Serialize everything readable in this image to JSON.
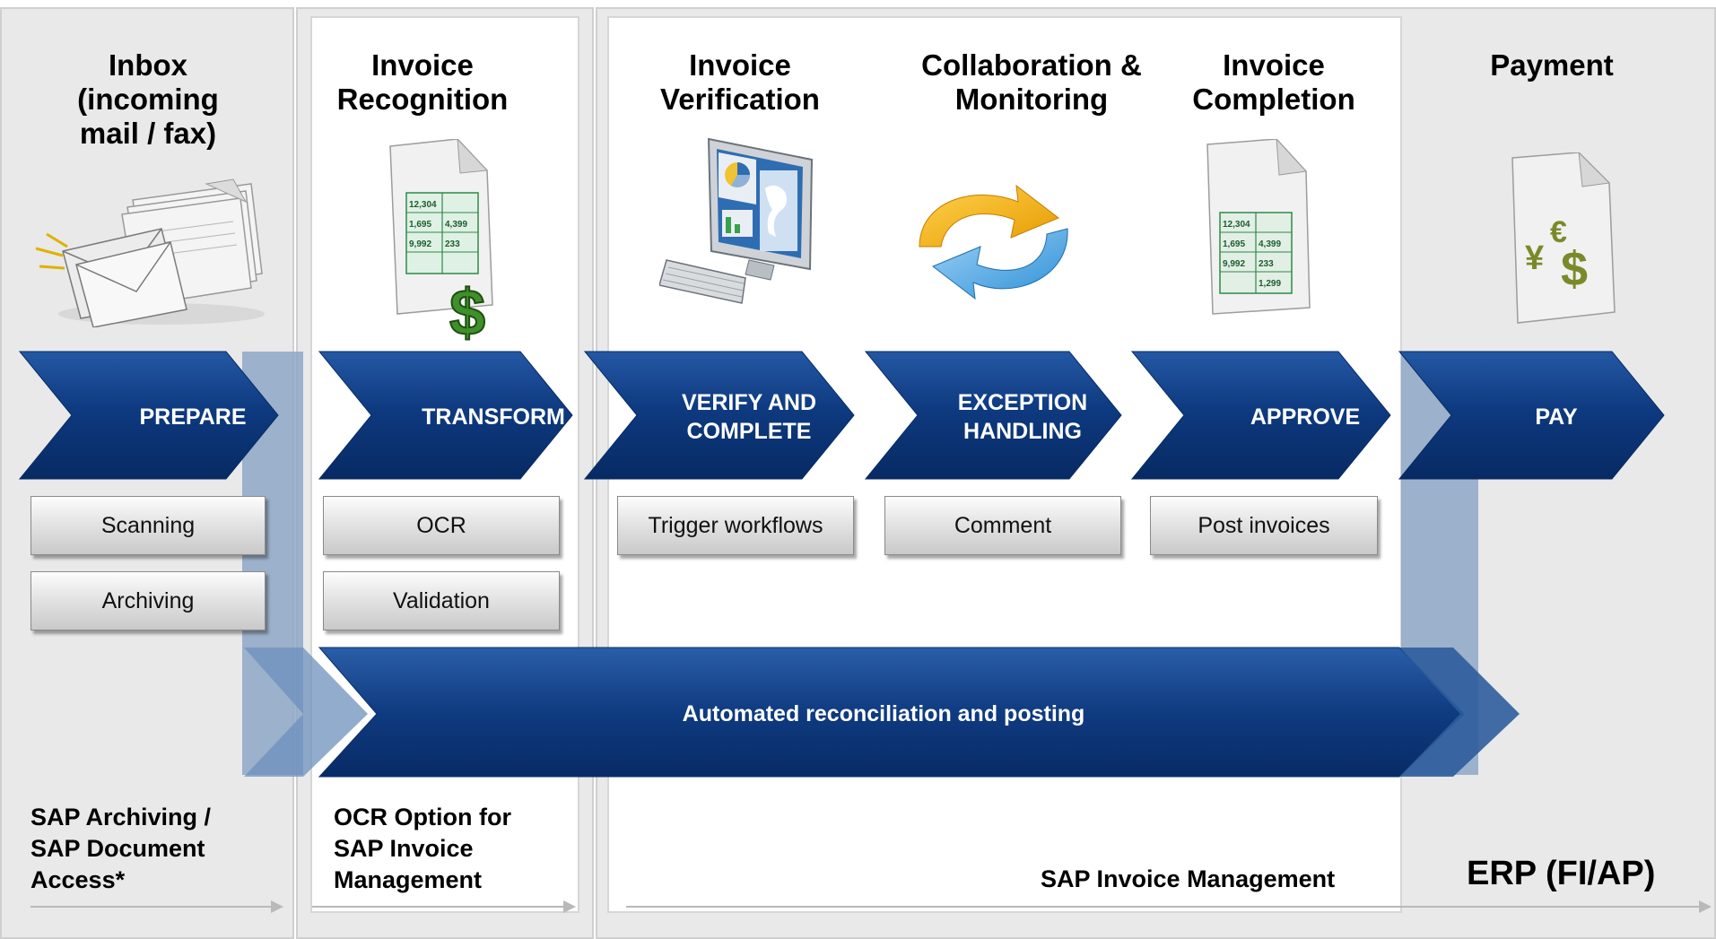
{
  "stages": [
    {
      "id": "inbox",
      "title": "Inbox\n(incoming\nmail / fax)"
    },
    {
      "id": "recognition",
      "title": "Invoice\nRecognition"
    },
    {
      "id": "verification",
      "title": "Invoice\nVerification"
    },
    {
      "id": "collaboration",
      "title": "Collaboration &\nMonitoring"
    },
    {
      "id": "completion",
      "title": "Invoice\nCompletion"
    },
    {
      "id": "payment",
      "title": "Payment"
    }
  ],
  "steps": [
    {
      "label": "PREPARE"
    },
    {
      "label": "TRANSFORM"
    },
    {
      "label": "VERIFY AND\nCOMPLETE"
    },
    {
      "label": "EXCEPTION\nHANDLING"
    },
    {
      "label": "APPROVE"
    },
    {
      "label": "PAY"
    }
  ],
  "tasks": {
    "scanning": "Scanning",
    "archiving": "Archiving",
    "ocr": "OCR",
    "validation": "Validation",
    "trigger_workflows": "Trigger workflows",
    "comment": "Comment",
    "post_invoices": "Post invoices"
  },
  "automation": {
    "label": "Automated reconciliation and posting"
  },
  "illustration_text": {
    "doc_numbers": [
      "12,304",
      "1,695",
      "9,992",
      "4,399",
      "233",
      "1,299"
    ],
    "currency": [
      "$",
      "¥",
      "€"
    ]
  },
  "footer": {
    "archiving": "SAP Archiving /\nSAP Document\nAccess*",
    "ocr_option": "OCR Option for\nSAP Invoice\nManagement",
    "sap_im": "SAP Invoice Management",
    "erp": "ERP (FI/AP)"
  },
  "colors": {
    "arrow_dark": "#0d2f6b",
    "arrow_mid": "#1f4f96",
    "arrow_light": "#6a9bd0",
    "band_ghost": "#8ea7c6",
    "panel_gray": "#e9e9e9"
  }
}
